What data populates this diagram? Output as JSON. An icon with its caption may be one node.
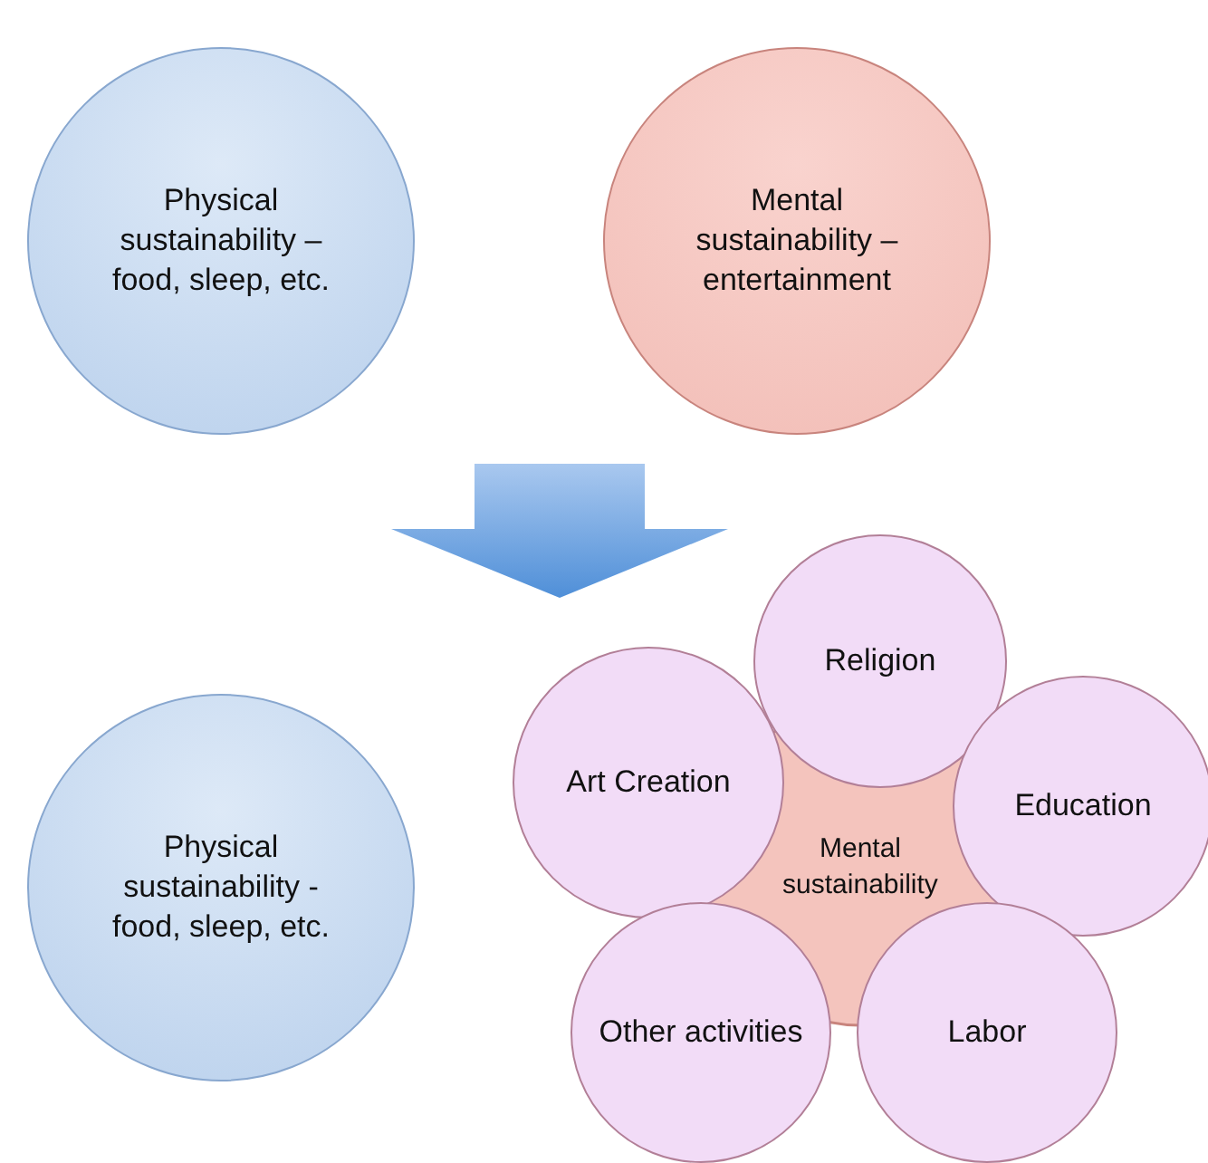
{
  "diagram": {
    "nodes": [
      {
        "text": [
          "Physical sustainability – food, sleep, etc."
        ]
      },
      {
        "text": [
          "Mental sustainability – entertainment"
        ]
      },
      {
        "text": [
          "Physical sustainability - food, sleep, etc."
        ]
      },
      {
        "text": [
          "Mental sustainability"
        ]
      },
      {
        "text": [
          "Religion"
        ]
      },
      {
        "text": [
          "Art Creation"
        ]
      },
      {
        "text": [
          "Education"
        ]
      },
      {
        "text": [
          "Other activities"
        ]
      },
      {
        "text": [
          "Labor"
        ]
      }
    ],
    "edges": [
      {
        "from": 1,
        "to": 5,
        "arrow": "to",
        "style": "thick"
      }
    ]
  }
}
